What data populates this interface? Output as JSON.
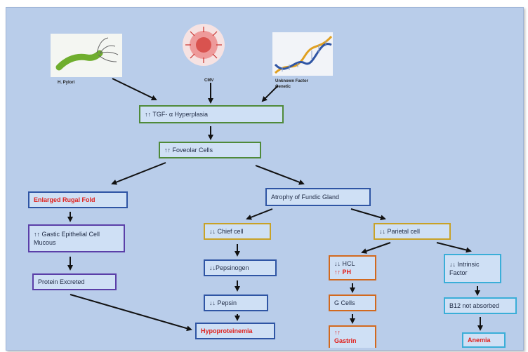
{
  "sources": {
    "hpylori": "H. Pylori",
    "cmv": "CMV",
    "unknown": "Unknown Factor Genetic"
  },
  "nodes": {
    "tgf": "↑↑ TGF- α Hyperplasia",
    "foveolar": "↑↑ Foveolar Cells",
    "rugal": "Enlarged Rugal Fold",
    "gastric_mucous": "↑↑ Gastic Epithelial Cell Mucous",
    "protein_excreted": "Protein Excreted",
    "atrophy": "Atrophy of Fundic Gland",
    "chief": "↓↓ Chief cell",
    "pepsinogen": "↓↓Pepsinogen",
    "pepsin": "↓↓ Pepsin",
    "hypoproteinemia": "Hypoproteinemia",
    "parietal": "↓↓ Parietal cell",
    "hcl": "↓↓ HCL",
    "ph": "↑↑ PH",
    "g_cells": "G Cells",
    "gastrin_arrows": "↑↑",
    "gastrin": "Gastrin",
    "intrinsic": "↓↓ Intrinsic Factor",
    "b12": "B12 not absorbed",
    "anemia": "Anemia"
  },
  "colors": {
    "panel": "#b9cdea",
    "box_fill": "#cfe0f5",
    "alert_text": "#e0201c",
    "arrow": "#111111"
  }
}
